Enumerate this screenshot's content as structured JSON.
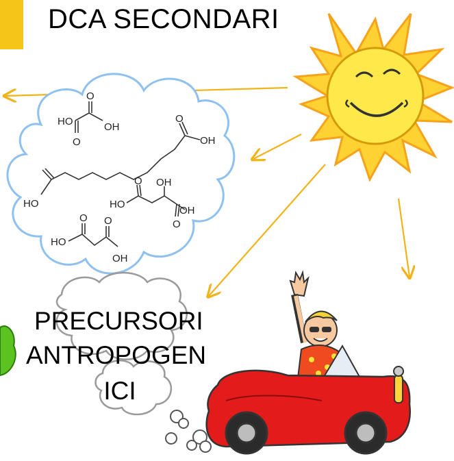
{
  "slide": {
    "title": "DCA SECONDARI",
    "precursor_lines": [
      "PRECURSORI",
      "ANTROPOGEN",
      "ICI"
    ]
  },
  "chemistry": {
    "labels": [
      "HO",
      "OH",
      "O",
      "O",
      "OH",
      "O",
      "HO",
      "HO",
      "O",
      "OH",
      "OH",
      "O",
      "HO",
      "O",
      "O",
      "OH"
    ]
  },
  "colors": {
    "accent": "#f5c518",
    "arrow": "#f2b319",
    "cloud_outline": "#8ec0f0",
    "car_red": "#e31b1b",
    "sun_face": "#ffe94a",
    "sun_rays": "#f6a21a",
    "bush": "#5cc21f"
  },
  "icons": [
    "sun-icon",
    "car-with-driver-icon",
    "smoke-cloud-icon",
    "bush-icon"
  ]
}
